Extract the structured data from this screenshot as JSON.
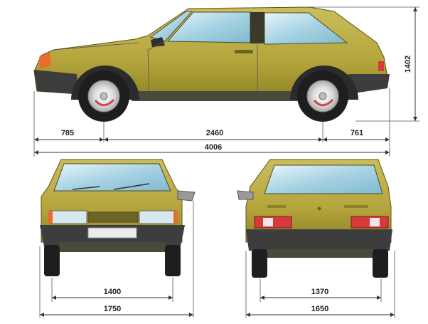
{
  "dimensions": {
    "front_overhang": "785",
    "wheelbase": "2460",
    "rear_overhang": "761",
    "overall_length": "4006",
    "height": "1402",
    "front_track": "1400",
    "front_width": "1750",
    "rear_track": "1370",
    "rear_width": "1650"
  },
  "colors": {
    "body": "#b3a43b",
    "body_dark": "#8e8226",
    "body_light": "#cfc065",
    "glass": "#b9dde8",
    "bumper": "#3d3d3d",
    "tire": "#1e1e1e",
    "lamp_red": "#d83a3a",
    "lamp_white": "#d8e8ef"
  }
}
